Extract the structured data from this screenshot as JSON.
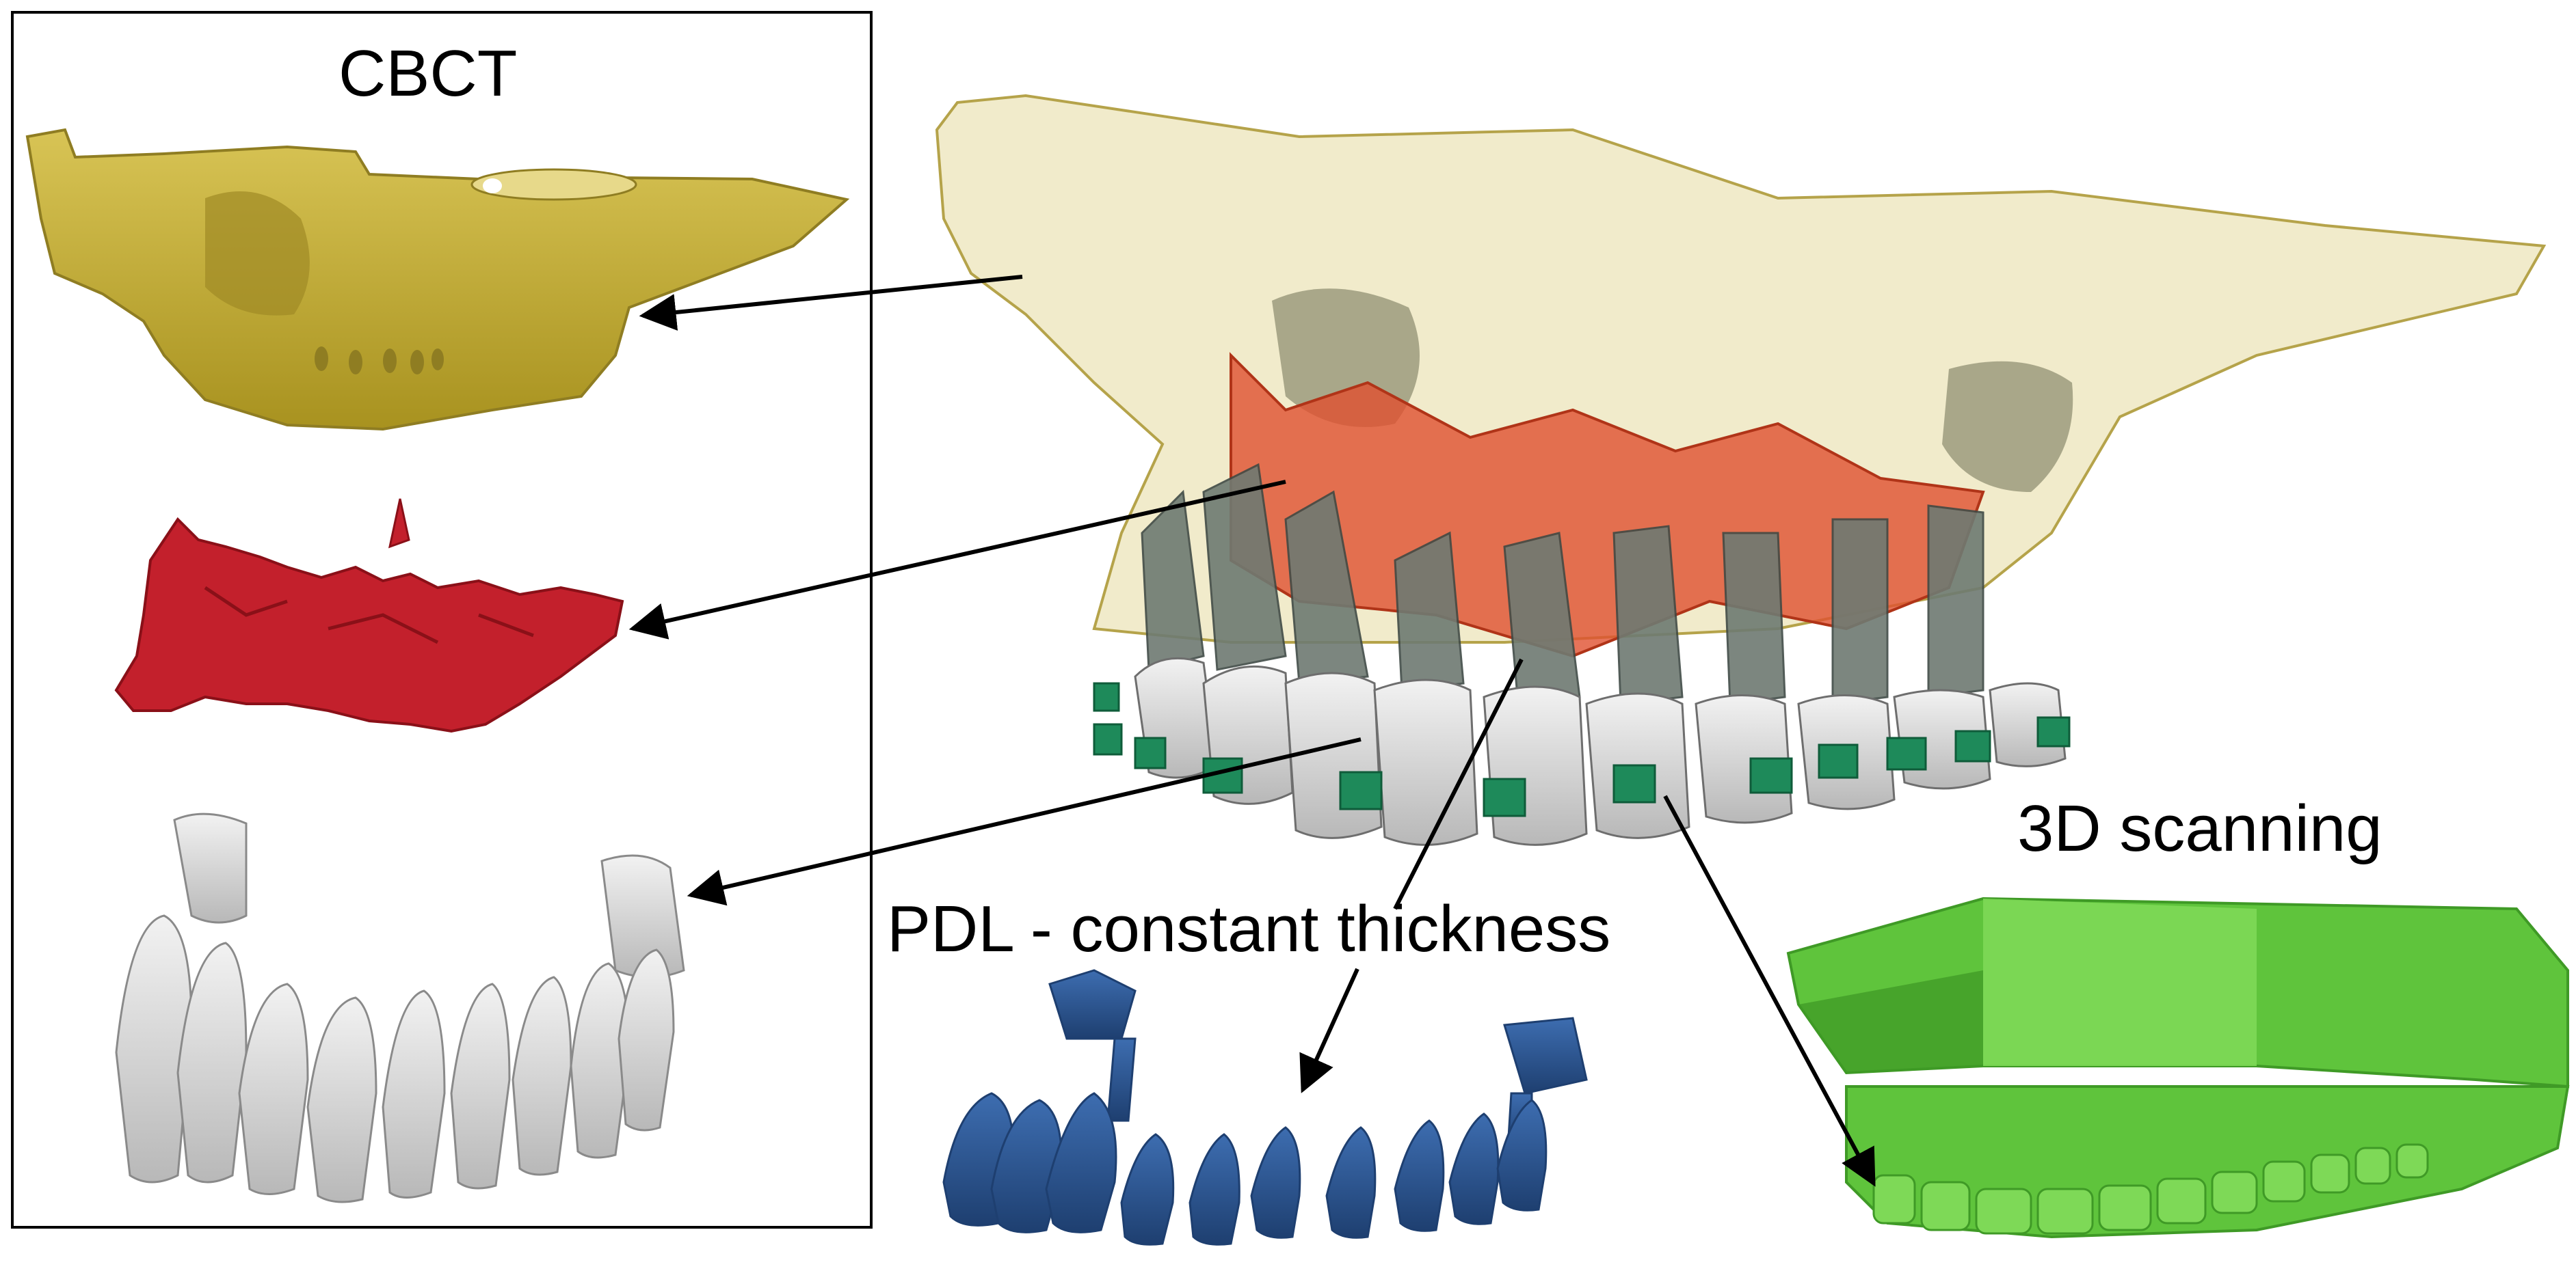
{
  "labels": {
    "cbct": "CBCT",
    "pdl": "PDL - constant thickness",
    "scan": "3D scanning"
  },
  "colors": {
    "bone": "#c9b13d",
    "bone_transparent": "#e6dba0",
    "bone_dark": "#8f7d22",
    "soft_tissue": "#c3202c",
    "soft_tissue_overlay": "#e0502f",
    "teeth": "#dedede",
    "teeth_shadow": "#a9a9a9",
    "roots_overlay": "#6e7a72",
    "pdl": "#2d5a9a",
    "pdl_dark": "#1e3f70",
    "brackets": "#1e8a5a",
    "scan_model": "#5fc43c",
    "scan_model_light": "#7ed957",
    "scan_model_dark": "#3f9a26",
    "arrow": "#000000"
  },
  "icons": {
    "cbct_bone": "maxilla-bone-model",
    "cbct_soft": "segmented-tissue-model",
    "cbct_teeth": "tooth-crowns-roots-model",
    "assembly": "combined-maxilla-assembly",
    "pdl": "pdl-layer-model",
    "scan": "dental-scan-model"
  }
}
